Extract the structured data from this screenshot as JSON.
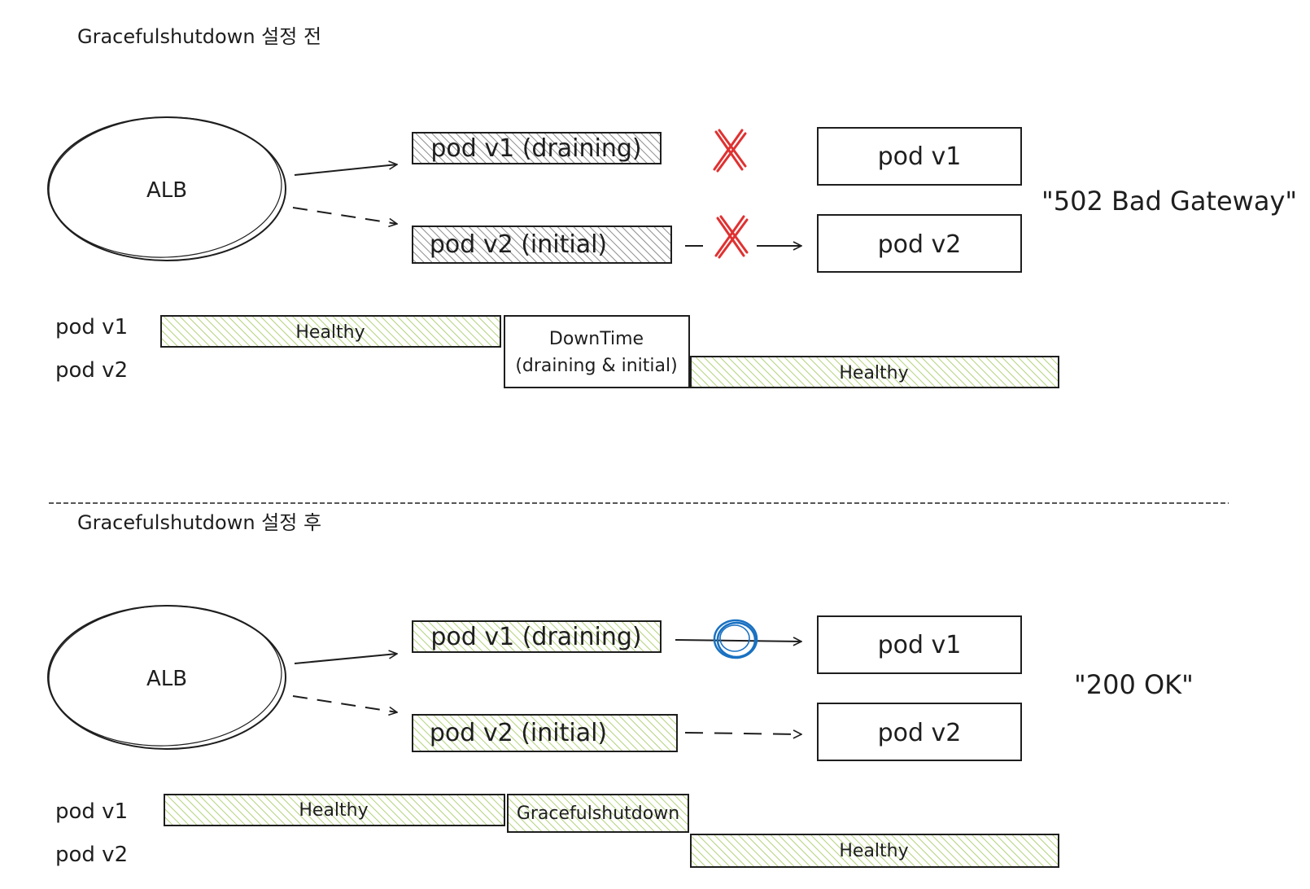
{
  "before": {
    "title": "Gracefulshutdown 설정 전",
    "alb_label": "ALB",
    "source_pods": {
      "v1": "pod v1 (draining)",
      "v2": "pod v2 (initial)"
    },
    "target_pods": {
      "v1": "pod v1",
      "v2": "pod v2"
    },
    "result": "\"502 Bad Gateway\"",
    "timeline": {
      "row_labels": [
        "pod v1",
        "pod v2"
      ],
      "v1_healthy": "Healthy",
      "downtime_title": "DownTime",
      "downtime_detail": "(draining & initial)",
      "v2_healthy": "Healthy"
    }
  },
  "after": {
    "title": "Gracefulshutdown 설정 후",
    "alb_label": "ALB",
    "source_pods": {
      "v1": "pod v1 (draining)",
      "v2": "pod v2 (initial)"
    },
    "target_pods": {
      "v1": "pod v1",
      "v2": "pod v2"
    },
    "result": "\"200 OK\"",
    "timeline": {
      "row_labels": [
        "pod v1",
        "pod v2"
      ],
      "v1_healthy": "Healthy",
      "graceful": "Gracefulshutdown",
      "v2_healthy": "Healthy"
    }
  },
  "colors": {
    "stroke": "#1e1e1e",
    "hatch_gray": "#9a9a9a",
    "hatch_green": "#b2d27a",
    "fail_x": "#e03131",
    "ok_circle": "#1971c2"
  },
  "icons": {
    "fail": "x-mark-icon",
    "ok": "circle-check-icon"
  }
}
